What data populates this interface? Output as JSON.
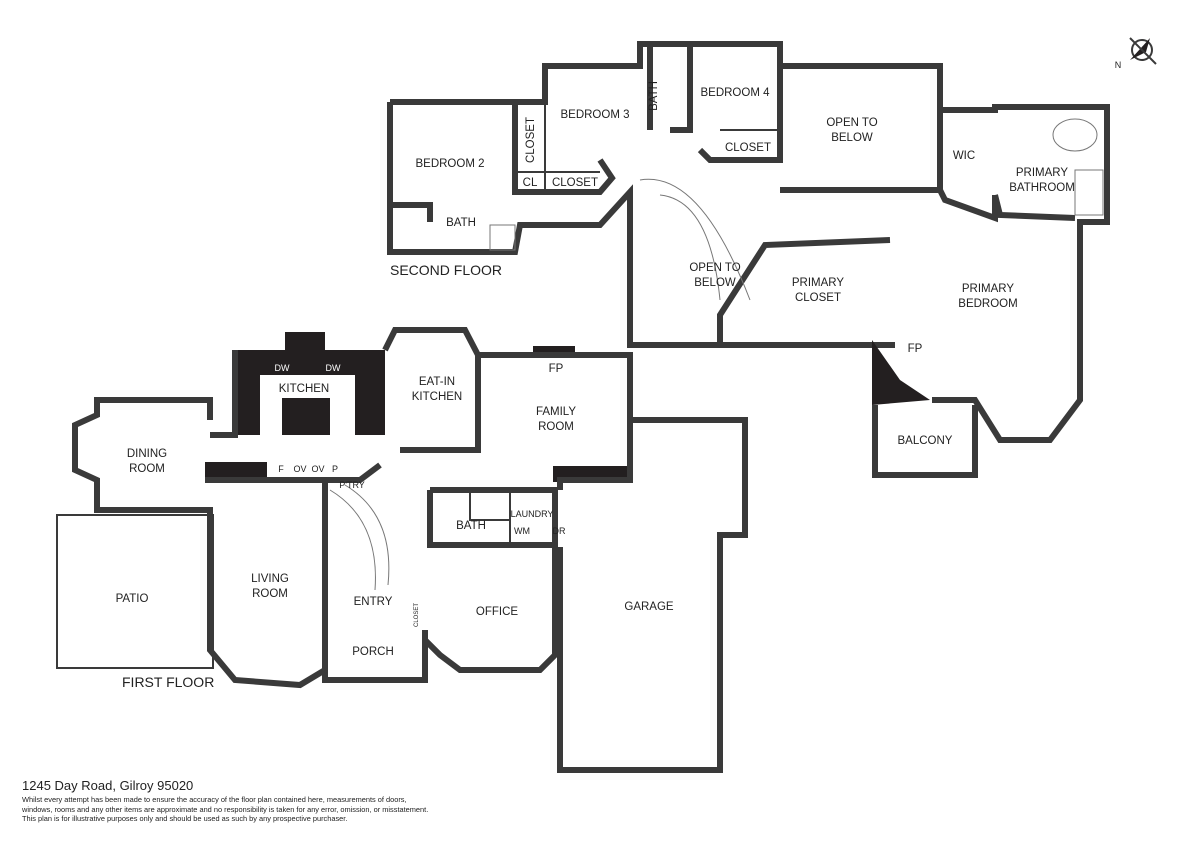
{
  "floors": {
    "second": "SECOND FLOOR",
    "first": "FIRST FLOOR"
  },
  "rooms": {
    "bedroom2": "BEDROOM 2",
    "bedroom3": "BEDROOM 3",
    "bedroom4": "BEDROOM 4",
    "bath_up1": "BATH",
    "bath_up2": "BATH",
    "closet1": "CLOSET",
    "closet2": "CLOSET",
    "closet3": "CLOSET",
    "cl": "CL",
    "open_below1": [
      "OPEN TO",
      "BELOW"
    ],
    "open_below2": [
      "OPEN TO",
      "BELOW"
    ],
    "wic": "WIC",
    "primary_bathroom": [
      "PRIMARY",
      "BATHROOM"
    ],
    "primary_closet": [
      "PRIMARY",
      "CLOSET"
    ],
    "primary_bedroom": [
      "PRIMARY",
      "BEDROOM"
    ],
    "fp_up": "FP",
    "balcony": "BALCONY",
    "kitchen": "KITCHEN",
    "dw1": "DW",
    "dw2": "DW",
    "eatin": [
      "EAT-IN",
      "KITCHEN"
    ],
    "fp_down": "FP",
    "family": [
      "FAMILY",
      "ROOM"
    ],
    "dining": [
      "DINING",
      "ROOM"
    ],
    "f": "F",
    "ov1": "OV",
    "ov2": "OV",
    "p": "P",
    "pantry": "P'TRY",
    "bath_down": "BATH",
    "laundry": "LAUNDRY",
    "wm": "WM",
    "dr": "DR",
    "patio": "PATIO",
    "living": [
      "LIVING",
      "ROOM"
    ],
    "entry": "ENTRY",
    "closet_entry": "CLOSET",
    "porch": "PORCH",
    "office": "OFFICE",
    "garage": "GARAGE"
  },
  "compass": {
    "label": "N",
    "icon": "north-arrow-icon"
  },
  "footer": {
    "address": "1245 Day Road, Gilroy 95020",
    "disclaimer": [
      "Whilst every attempt has been made to ensure the accuracy of the floor plan contained here, measurements of doors,",
      "windows, rooms and any other items are approximate and no responsibility is taken for any error, omission, or misstatement.",
      "This plan is for illustrative purposes only and should be used as such by any prospective purchaser."
    ]
  }
}
